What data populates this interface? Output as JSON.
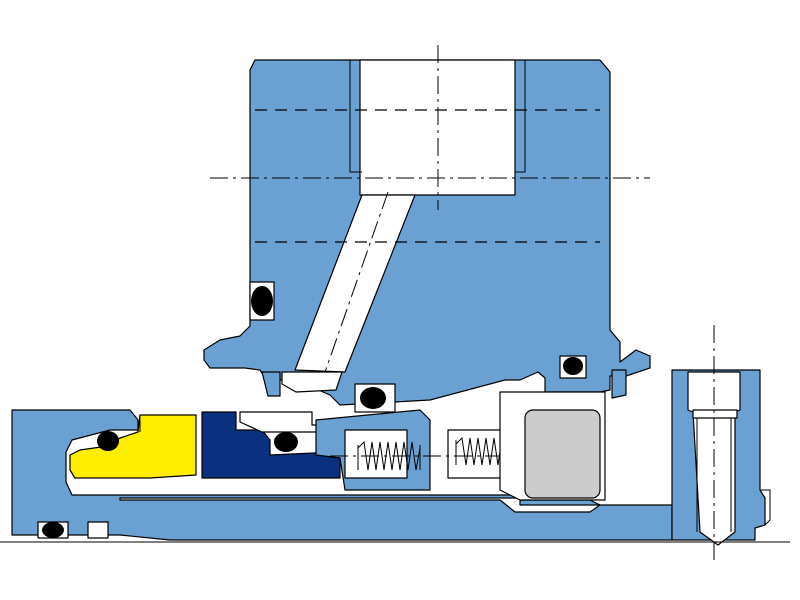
{
  "diagram": {
    "kind": "mechanical seal cross-section",
    "colors": {
      "background": "#ffffff",
      "housing": "#6aa0d2",
      "stationary_face": "#ffee00",
      "rotating_face": "#0a3080",
      "oring": "#000000",
      "bore": "#ffffff",
      "block": "#cccccc",
      "line": "#000000"
    },
    "parts": [
      {
        "name": "gland-housing"
      },
      {
        "name": "seal-sleeve"
      },
      {
        "name": "stationary-seal-ring"
      },
      {
        "name": "rotating-seal-ring"
      },
      {
        "name": "spring-left"
      },
      {
        "name": "spring-right"
      },
      {
        "name": "guide-block"
      },
      {
        "name": "set-screw-collar"
      },
      {
        "name": "flush-port"
      }
    ]
  }
}
